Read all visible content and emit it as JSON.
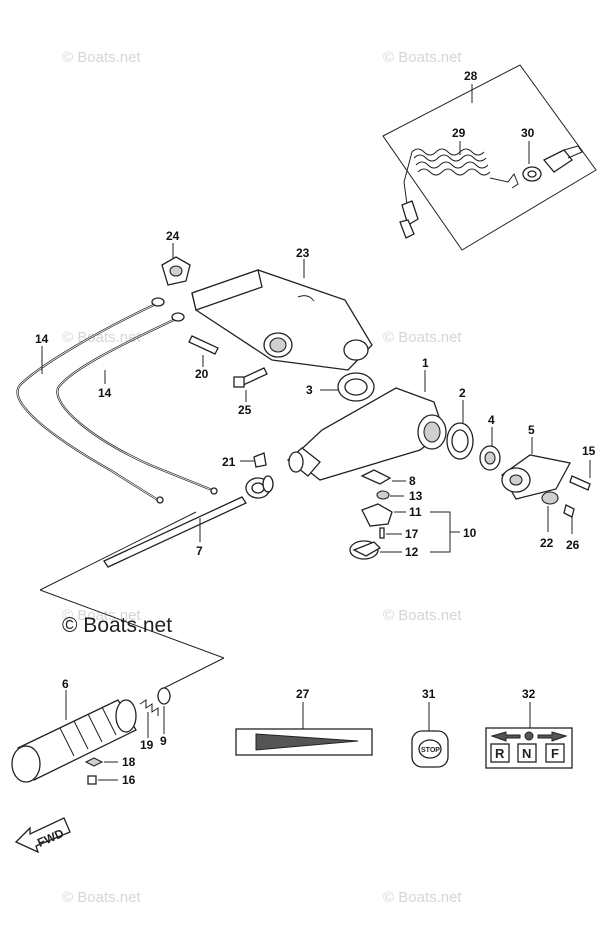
{
  "watermarks": [
    "© Boats.net",
    "© Boats.net",
    "© Boats.net",
    "© Boats.net",
    "© Boats.net",
    "© Boats.net",
    "© Boats.net",
    "© Boats.net"
  ],
  "brand_label": "© Boats.net",
  "callouts": {
    "c1": "1",
    "c2": "2",
    "c3": "3",
    "c4": "4",
    "c5": "5",
    "c6": "6",
    "c7": "7",
    "c8": "8",
    "c9": "9",
    "c10": "10",
    "c11": "11",
    "c12": "12",
    "c13": "13",
    "c14a": "14",
    "c14b": "14",
    "c15": "15",
    "c16": "16",
    "c17": "17",
    "c18": "18",
    "c19": "19",
    "c20": "20",
    "c21": "21",
    "c22": "22",
    "c23": "23",
    "c24": "24",
    "c25": "25",
    "c26": "26",
    "c27": "27",
    "c28": "28",
    "c29": "29",
    "c30": "30",
    "c31": "31",
    "c32": "32"
  },
  "labels": {
    "stop": "STOP",
    "r": "R",
    "n": "N",
    "f": "F",
    "fwd": "FWD"
  }
}
